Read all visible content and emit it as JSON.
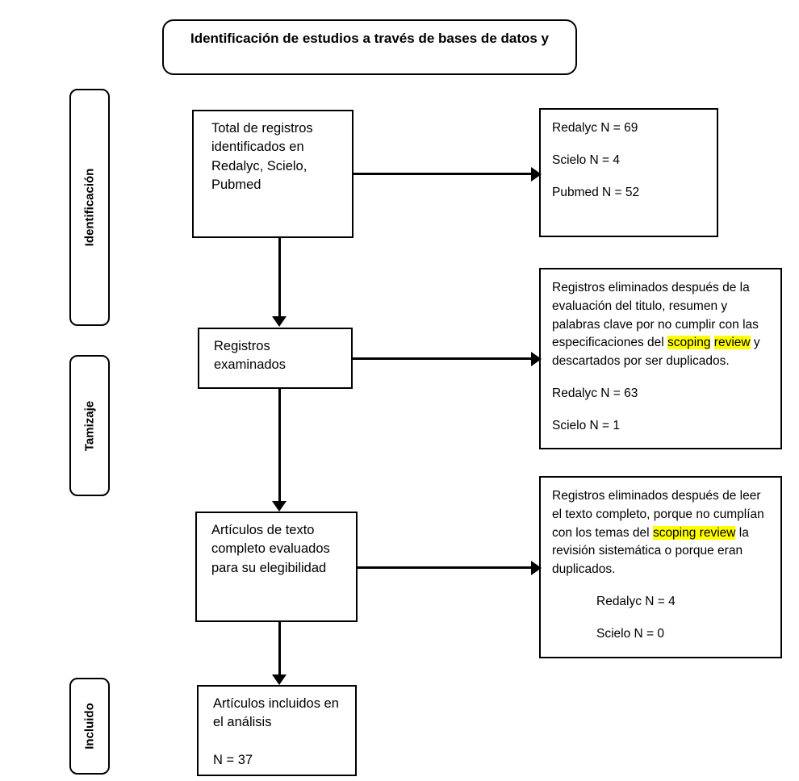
{
  "diagram": {
    "title_box": {
      "text": "Identificación de estudios a través de bases de datos y"
    },
    "stages": [
      {
        "label": "Identificación"
      },
      {
        "label": "Tamizaje"
      },
      {
        "label": "Incluido"
      }
    ],
    "flow_boxes": [
      {
        "text": "Total de registros identificados en  Redalyc, Scielo, Pubmed"
      },
      {
        "text": "Registros examinados"
      },
      {
        "text": "Artículos de texto completo evaluados para su elegibilidad"
      },
      {
        "text": "Artículos incluidos en el análisis\n\nN = 37"
      }
    ],
    "side_boxes": {
      "identified_counts": {
        "lines": [
          "Redalyc N = 69",
          "Scielo N = 4",
          "Pubmed N = 52"
        ]
      },
      "screening_excluded": {
        "paragraph_part1": "Registros eliminados después de la evaluación del titulo, resumen y palabras clave por no cumplir con las especificaciones del ",
        "highlight1": "scoping",
        "highlight2": "review",
        "paragraph_part2": " y descartados por ser duplicados.",
        "lines": [
          "Redalyc N = 63",
          "Scielo N = 1"
        ]
      },
      "eligibility_excluded": {
        "paragraph_part1": "Registros eliminados después de leer el texto completo, porque no cumplían con los temas del ",
        "highlight": "scoping review",
        "paragraph_part2": " la revisión sistemática o porque eran duplicados.",
        "lines": [
          "Redalyc N = 4",
          "Scielo N = 0"
        ]
      }
    },
    "colors": {
      "highlight": "#ffff00",
      "stroke": "#000000",
      "background": "#ffffff"
    }
  }
}
